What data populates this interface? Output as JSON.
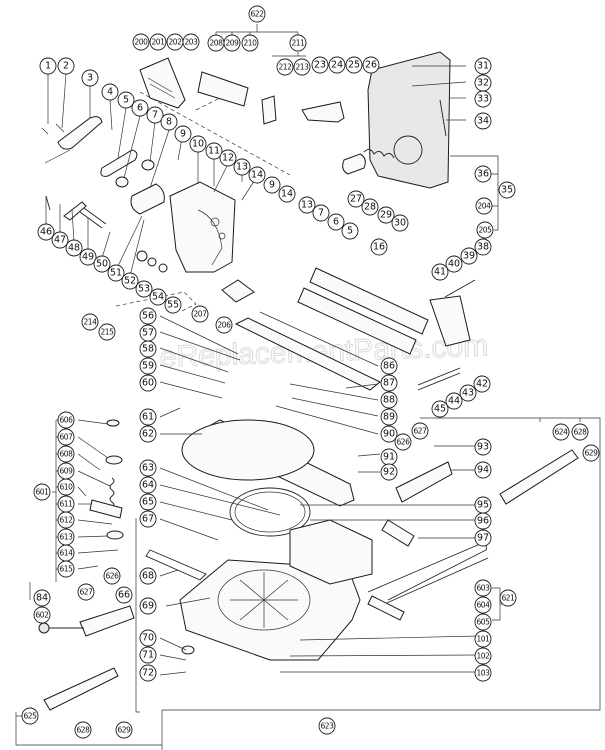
{
  "diagram": {
    "type": "exploded-parts-diagram",
    "subject": "compound miter saw assembly",
    "watermark": "eReplacementParts.com",
    "callouts": {
      "c1": "1",
      "c2": "2",
      "c3": "3",
      "c4": "4",
      "c5": "5",
      "c6": "6",
      "c7": "7",
      "c8": "8",
      "c9": "9",
      "c10": "10",
      "c11": "11",
      "c12": "12",
      "c13": "13",
      "c14": "14",
      "c9b": "9",
      "c14b": "14",
      "c13b": "13",
      "c7b": "7",
      "c6b": "6",
      "c5b": "5",
      "c16": "16",
      "c23": "23",
      "c24": "24",
      "c25": "25",
      "c26": "26",
      "c27": "27",
      "c28": "28",
      "c29": "29",
      "c30": "30",
      "c31": "31",
      "c32": "32",
      "c33": "33",
      "c34": "34",
      "c35": "35",
      "c36": "36",
      "c38": "38",
      "c39": "39",
      "c40": "40",
      "c41": "41",
      "c42": "42",
      "c43": "43",
      "c44": "44",
      "c45": "45",
      "c46": "46",
      "c47": "47",
      "c48": "48",
      "c49": "49",
      "c50": "50",
      "c51": "51",
      "c52": "52",
      "c53": "53",
      "c54": "54",
      "c55": "55",
      "c56": "56",
      "c57": "57",
      "c58": "58",
      "c59": "59",
      "c60": "60",
      "c61": "61",
      "c62": "62",
      "c63": "63",
      "c64": "64",
      "c65": "65",
      "c66": "66",
      "c67": "67",
      "c68": "68",
      "c69": "69",
      "c70": "70",
      "c71": "71",
      "c72": "72",
      "c84": "84",
      "c86": "86",
      "c87": "87",
      "c88": "88",
      "c89": "89",
      "c90": "90",
      "c91": "91",
      "c92": "92",
      "c93": "93",
      "c94": "94",
      "c95": "95",
      "c96": "96",
      "c97": "97",
      "c101": "101",
      "c102": "102",
      "c103": "103",
      "c200": "200",
      "c201": "201",
      "c202": "202",
      "c203": "203",
      "c204": "204",
      "c205": "205",
      "c206": "206",
      "c207": "207",
      "c208": "208",
      "c209": "209",
      "c210": "210",
      "c211": "211",
      "c212": "212",
      "c213": "213",
      "c214": "214",
      "c215": "215",
      "c601": "601",
      "c602": "602",
      "c603": "603",
      "c604": "604",
      "c605": "605",
      "c606": "606",
      "c607": "607",
      "c608": "608",
      "c609": "609",
      "c610": "610",
      "c611": "611",
      "c612": "612",
      "c613": "613",
      "c614": "614",
      "c615": "615",
      "c621": "621",
      "c622": "622",
      "c623": "623",
      "c624": "624",
      "c625": "625",
      "c626": "626",
      "c627": "627",
      "c628": "628",
      "c629": "629",
      "c625b": "625",
      "c626b": "626",
      "c627b": "627",
      "c628b": "628",
      "c629b": "629",
      "c626c": "626",
      "c627c": "627"
    }
  }
}
